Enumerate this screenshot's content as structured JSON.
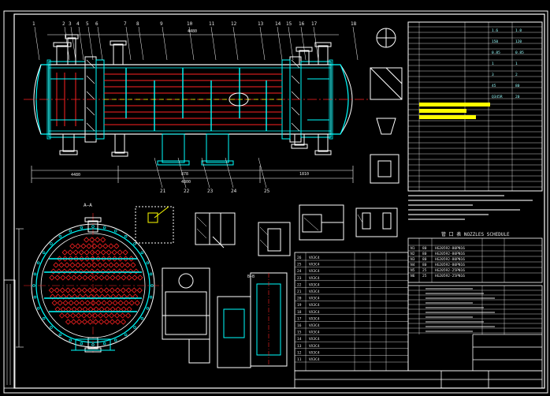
{
  "drawing": {
    "section_a_label": "A—A",
    "section_b_label": "B—B",
    "nozzle_schedule_title": "管 口 表 NOZZLES SCHEDULE",
    "overall_length": "4480",
    "dims_bottom": [
      "4480",
      "878",
      "1810",
      "4800"
    ],
    "callouts_top": [
      "1",
      "2",
      "3",
      "4",
      "5",
      "6",
      "7",
      "8",
      "9",
      "10",
      "11",
      "12",
      "13",
      "14",
      "15",
      "16",
      "17",
      "18"
    ],
    "callouts_bottom": [
      "21",
      "22",
      "23",
      "24",
      "25"
    ],
    "nozzle_rows": [
      {
        "mark": "N1",
        "size": "80",
        "std": "HG20592-80PN16"
      },
      {
        "mark": "N2",
        "size": "80",
        "std": "HG20592-80PN16"
      },
      {
        "mark": "N3",
        "size": "80",
        "std": "HG20592-80PN16"
      },
      {
        "mark": "N4",
        "size": "80",
        "std": "HG20592-80PN16"
      },
      {
        "mark": "N5",
        "size": "25",
        "std": "HG20592-25PN16"
      },
      {
        "mark": "N6",
        "size": "25",
        "std": "HG20592-25PN16"
      }
    ],
    "parts_rows": [
      {
        "no": "26",
        "name": "VX3C4"
      },
      {
        "no": "25",
        "name": "VX3C4"
      },
      {
        "no": "24",
        "name": "VX3C4"
      },
      {
        "no": "23",
        "name": "VX3C4"
      },
      {
        "no": "22",
        "name": "VX3C4"
      },
      {
        "no": "21",
        "name": "VX3C4"
      },
      {
        "no": "20",
        "name": "VX3C4"
      },
      {
        "no": "19",
        "name": "VX3C4"
      },
      {
        "no": "18",
        "name": "VX3C4"
      },
      {
        "no": "17",
        "name": "VX3C4"
      },
      {
        "no": "16",
        "name": "VX3C4"
      },
      {
        "no": "15",
        "name": "VX3C4"
      },
      {
        "no": "14",
        "name": "VX3C4"
      },
      {
        "no": "13",
        "name": "VX3C4"
      },
      {
        "no": "12",
        "name": "VX3C4"
      },
      {
        "no": "11",
        "name": "VX3C4"
      }
    ],
    "spec_values": [
      "1.6",
      "1.0",
      "150",
      "120",
      "0.85",
      "0.85",
      "1",
      "1",
      "3",
      "2",
      "45",
      "80",
      "Q345R",
      "20"
    ],
    "colors": {
      "background": "#000000",
      "cyan": "#00ffff",
      "white": "#ffffff",
      "red": "#ff2020",
      "yellow": "#ffff00",
      "green": "#20ff20",
      "blue": "#3050ff"
    }
  }
}
